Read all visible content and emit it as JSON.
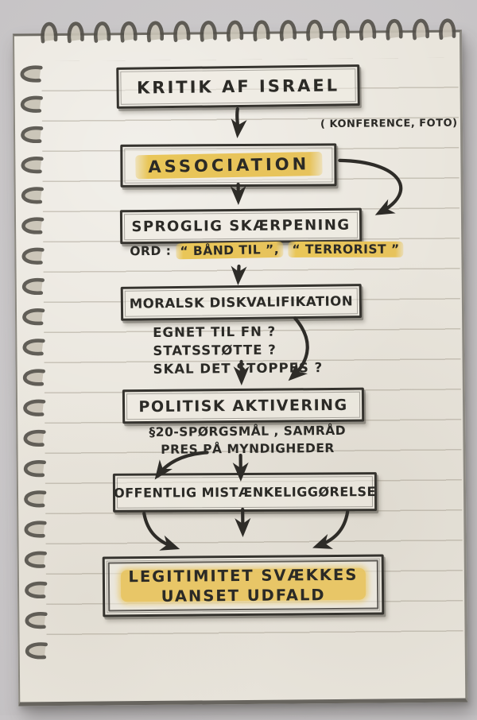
{
  "colors": {
    "desk": "#c6c3c5",
    "paper": "#e9e5dc",
    "rule_line": "#b6ae9e",
    "ink": "#2e2c28",
    "highlight_yellow": "#e9c658"
  },
  "fc": {
    "node_kritik": "KRITIK AF ISRAEL",
    "annotation_konference": "( KONFERENCE, FOTO)",
    "node_association": "ASSOCIATION",
    "node_sproglig": "SPROGLIG SKÆRPENING",
    "ord_prefix": "ORD :",
    "ord_term1": "“ BÅND TIL ”,",
    "ord_term2": "“ TERRORIST ”",
    "node_moralsk": "MORALSK DISKVALIFIKATION",
    "questions": [
      "EGNET TIL FN ?",
      "STATSSTØTTE ?",
      "SKAL DET STOPPES ?"
    ],
    "node_politisk": "POLITISK AKTIVERING",
    "politisk_note_1": "§20-SPØRGSMÅL , SAMRÅD",
    "politisk_note_2": "PRES PÅ MYNDIGHEDER",
    "node_offentlig": "OFFENTLIG MISTÆNKELIGGØRELSE",
    "final_line_1": "LEGITIMITET SVÆKKES",
    "final_line_2": "UANSET UDFALD"
  }
}
